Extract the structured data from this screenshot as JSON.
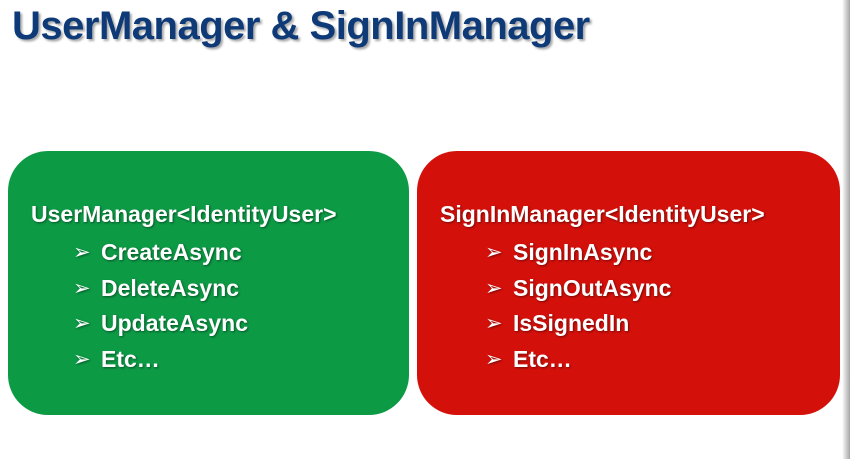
{
  "title": "UserManager & SignInManager",
  "colors": {
    "title": "#0e3a78",
    "user_box": "#0c9a45",
    "signin_box": "#d4100b",
    "text": "#ffffff"
  },
  "bullet_icon": "arrow-bullet-icon",
  "boxes": [
    {
      "heading": "UserManager<IdentityUser>",
      "items": [
        "CreateAsync",
        "DeleteAsync",
        "UpdateAsync",
        "Etc…"
      ]
    },
    {
      "heading": "SignInManager<IdentityUser>",
      "items": [
        "SignInAsync",
        "SignOutAsync",
        "IsSignedIn",
        "Etc…"
      ]
    }
  ]
}
